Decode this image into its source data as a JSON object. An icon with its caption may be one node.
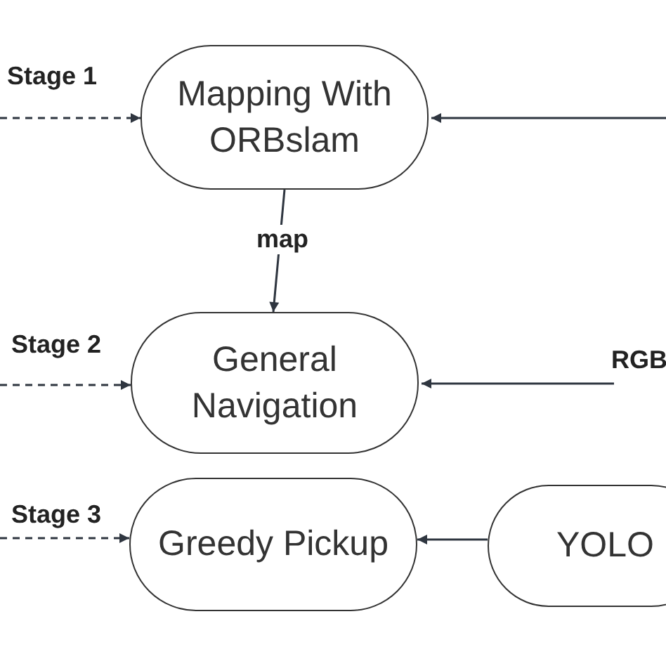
{
  "diagram": {
    "nodes": [
      {
        "text": [
          "Mapping With ORBslam"
        ]
      },
      {
        "text": [
          "General Navigation"
        ]
      },
      {
        "text": [
          "Greedy Pickup"
        ]
      },
      {
        "text": [
          "YOLO"
        ]
      }
    ],
    "edges": [
      {
        "from": null,
        "to": 0,
        "arrow": "to",
        "label": "Stage 1",
        "style": "dashed"
      },
      {
        "from": null,
        "to": 0,
        "arrow": "to"
      },
      {
        "from": 0,
        "to": 1,
        "arrow": "to",
        "label": "map"
      },
      {
        "from": null,
        "to": 1,
        "arrow": "to",
        "label": "Stage 2",
        "style": "dashed"
      },
      {
        "from": null,
        "to": 1,
        "arrow": "to",
        "label": "RGB"
      },
      {
        "from": null,
        "to": 2,
        "arrow": "to",
        "label": "Stage 3",
        "style": "dashed"
      },
      {
        "from": 3,
        "to": 2,
        "arrow": "to"
      }
    ]
  }
}
